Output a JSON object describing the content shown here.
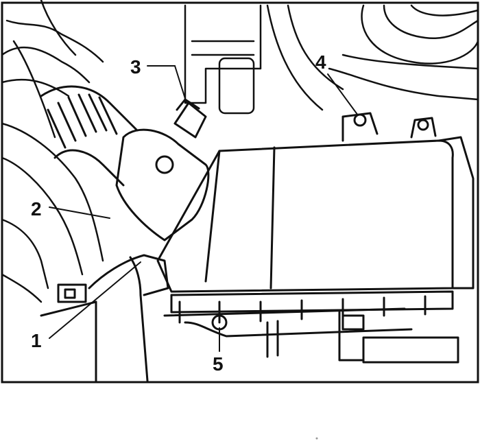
{
  "diagram": {
    "callouts": [
      {
        "id": "1",
        "text": "1"
      },
      {
        "id": "2",
        "text": "2"
      },
      {
        "id": "3",
        "text": "3"
      },
      {
        "id": "4",
        "text": "4"
      },
      {
        "id": "5",
        "text": "5"
      }
    ]
  },
  "colors": {
    "ink": "#111111",
    "paper": "#ffffff"
  }
}
